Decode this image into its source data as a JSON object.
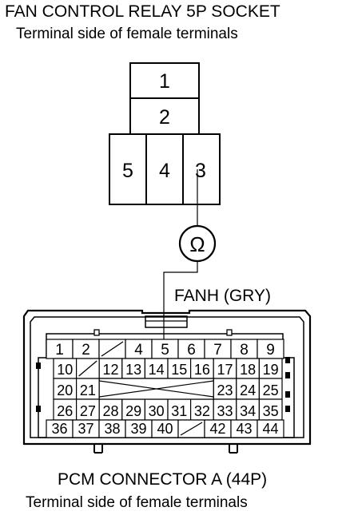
{
  "relay": {
    "title": "FAN CONTROL RELAY 5P SOCKET",
    "subtitle": "Terminal side of female terminals",
    "terminals": [
      "1",
      "2",
      "5",
      "4",
      "3"
    ]
  },
  "meter": {
    "symbol": "Ω"
  },
  "signal_label": "FANH (GRY)",
  "pcm": {
    "title": "PCM CONNECTOR A (44P)",
    "subtitle": "Terminal side of female terminals",
    "row1": [
      "1",
      "2",
      "",
      "4",
      "5",
      "6",
      "7",
      "8",
      "9"
    ],
    "row2": [
      "10",
      "",
      "12",
      "13",
      "14",
      "15",
      "16",
      "17",
      "18",
      "19"
    ],
    "row3": [
      "20",
      "21",
      "",
      "",
      "",
      "",
      "",
      "23",
      "24",
      "25"
    ],
    "row4": [
      "26",
      "27",
      "28",
      "29",
      "30",
      "31",
      "32",
      "33",
      "34",
      "35"
    ],
    "row5": [
      "36",
      "37",
      "38",
      "39",
      "40",
      "",
      "42",
      "43",
      "44"
    ]
  }
}
